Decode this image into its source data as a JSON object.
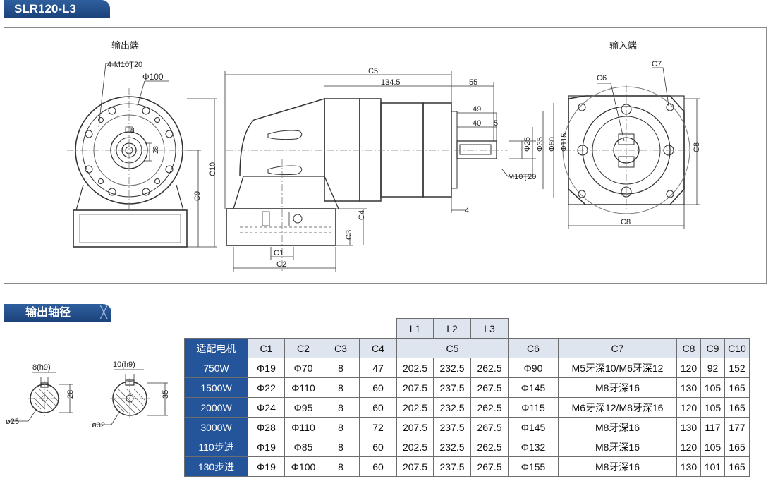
{
  "model": "SLR120-L3",
  "section_title": "输出轴径",
  "drawing": {
    "output_label": "输出端",
    "input_label": "输入端",
    "dims": {
      "holes": "4-M10Ţ20",
      "phi100": "Φ100",
      "c5": "C5",
      "d134": "134.5",
      "d55": "55",
      "d49": "49",
      "d40": "40",
      "d5": "5",
      "d4": "4",
      "phi25": "Φ25",
      "phi35": "Φ35",
      "phi80": "Φ80",
      "phi115": "Φ115",
      "m10": "M10Ţ20",
      "c6": "C6",
      "c7": "C7",
      "c8a": "C8",
      "c8b": "C8",
      "c9": "C9",
      "c10": "C10",
      "c4": "C4",
      "c3": "C3",
      "c1": "C1",
      "c2": "C2",
      "d8": "8",
      "d28": "28"
    },
    "shaft_left": {
      "key": "8(h9)",
      "height": "28",
      "dia": "ø25"
    },
    "shaft_right": {
      "key": "10(h9)",
      "height": "35",
      "dia": "ø32"
    }
  },
  "table": {
    "top_headers": [
      "L1",
      "L2",
      "L3"
    ],
    "headers": [
      "适配电机",
      "C1",
      "C2",
      "C3",
      "C4",
      "C5",
      "C6",
      "C7",
      "C8",
      "C9",
      "C10"
    ],
    "rows": [
      [
        "750W",
        "Φ19",
        "Φ70",
        "8",
        "47",
        "202.5",
        "232.5",
        "262.5",
        "Φ90",
        "M5牙深10/M6牙深12",
        "120",
        "92",
        "152"
      ],
      [
        "1500W",
        "Φ22",
        "Φ110",
        "8",
        "60",
        "207.5",
        "237.5",
        "267.5",
        "Φ145",
        "M8牙深16",
        "130",
        "105",
        "165"
      ],
      [
        "2000W",
        "Φ24",
        "Φ95",
        "8",
        "60",
        "202.5",
        "232.5",
        "262.5",
        "Φ115",
        "M6牙深12/M8牙深16",
        "120",
        "105",
        "165"
      ],
      [
        "3000W",
        "Φ28",
        "Φ110",
        "8",
        "72",
        "207.5",
        "237.5",
        "267.5",
        "Φ145",
        "M8牙深16",
        "130",
        "117",
        "177"
      ],
      [
        "110步进",
        "Φ19",
        "Φ85",
        "8",
        "60",
        "202.5",
        "232.5",
        "262.5",
        "Φ132",
        "M8牙深16",
        "120",
        "105",
        "165"
      ],
      [
        "130步进",
        "Φ19",
        "Φ100",
        "8",
        "60",
        "207.5",
        "237.5",
        "267.5",
        "Φ155",
        "M8牙深16",
        "130",
        "101",
        "165"
      ]
    ]
  }
}
